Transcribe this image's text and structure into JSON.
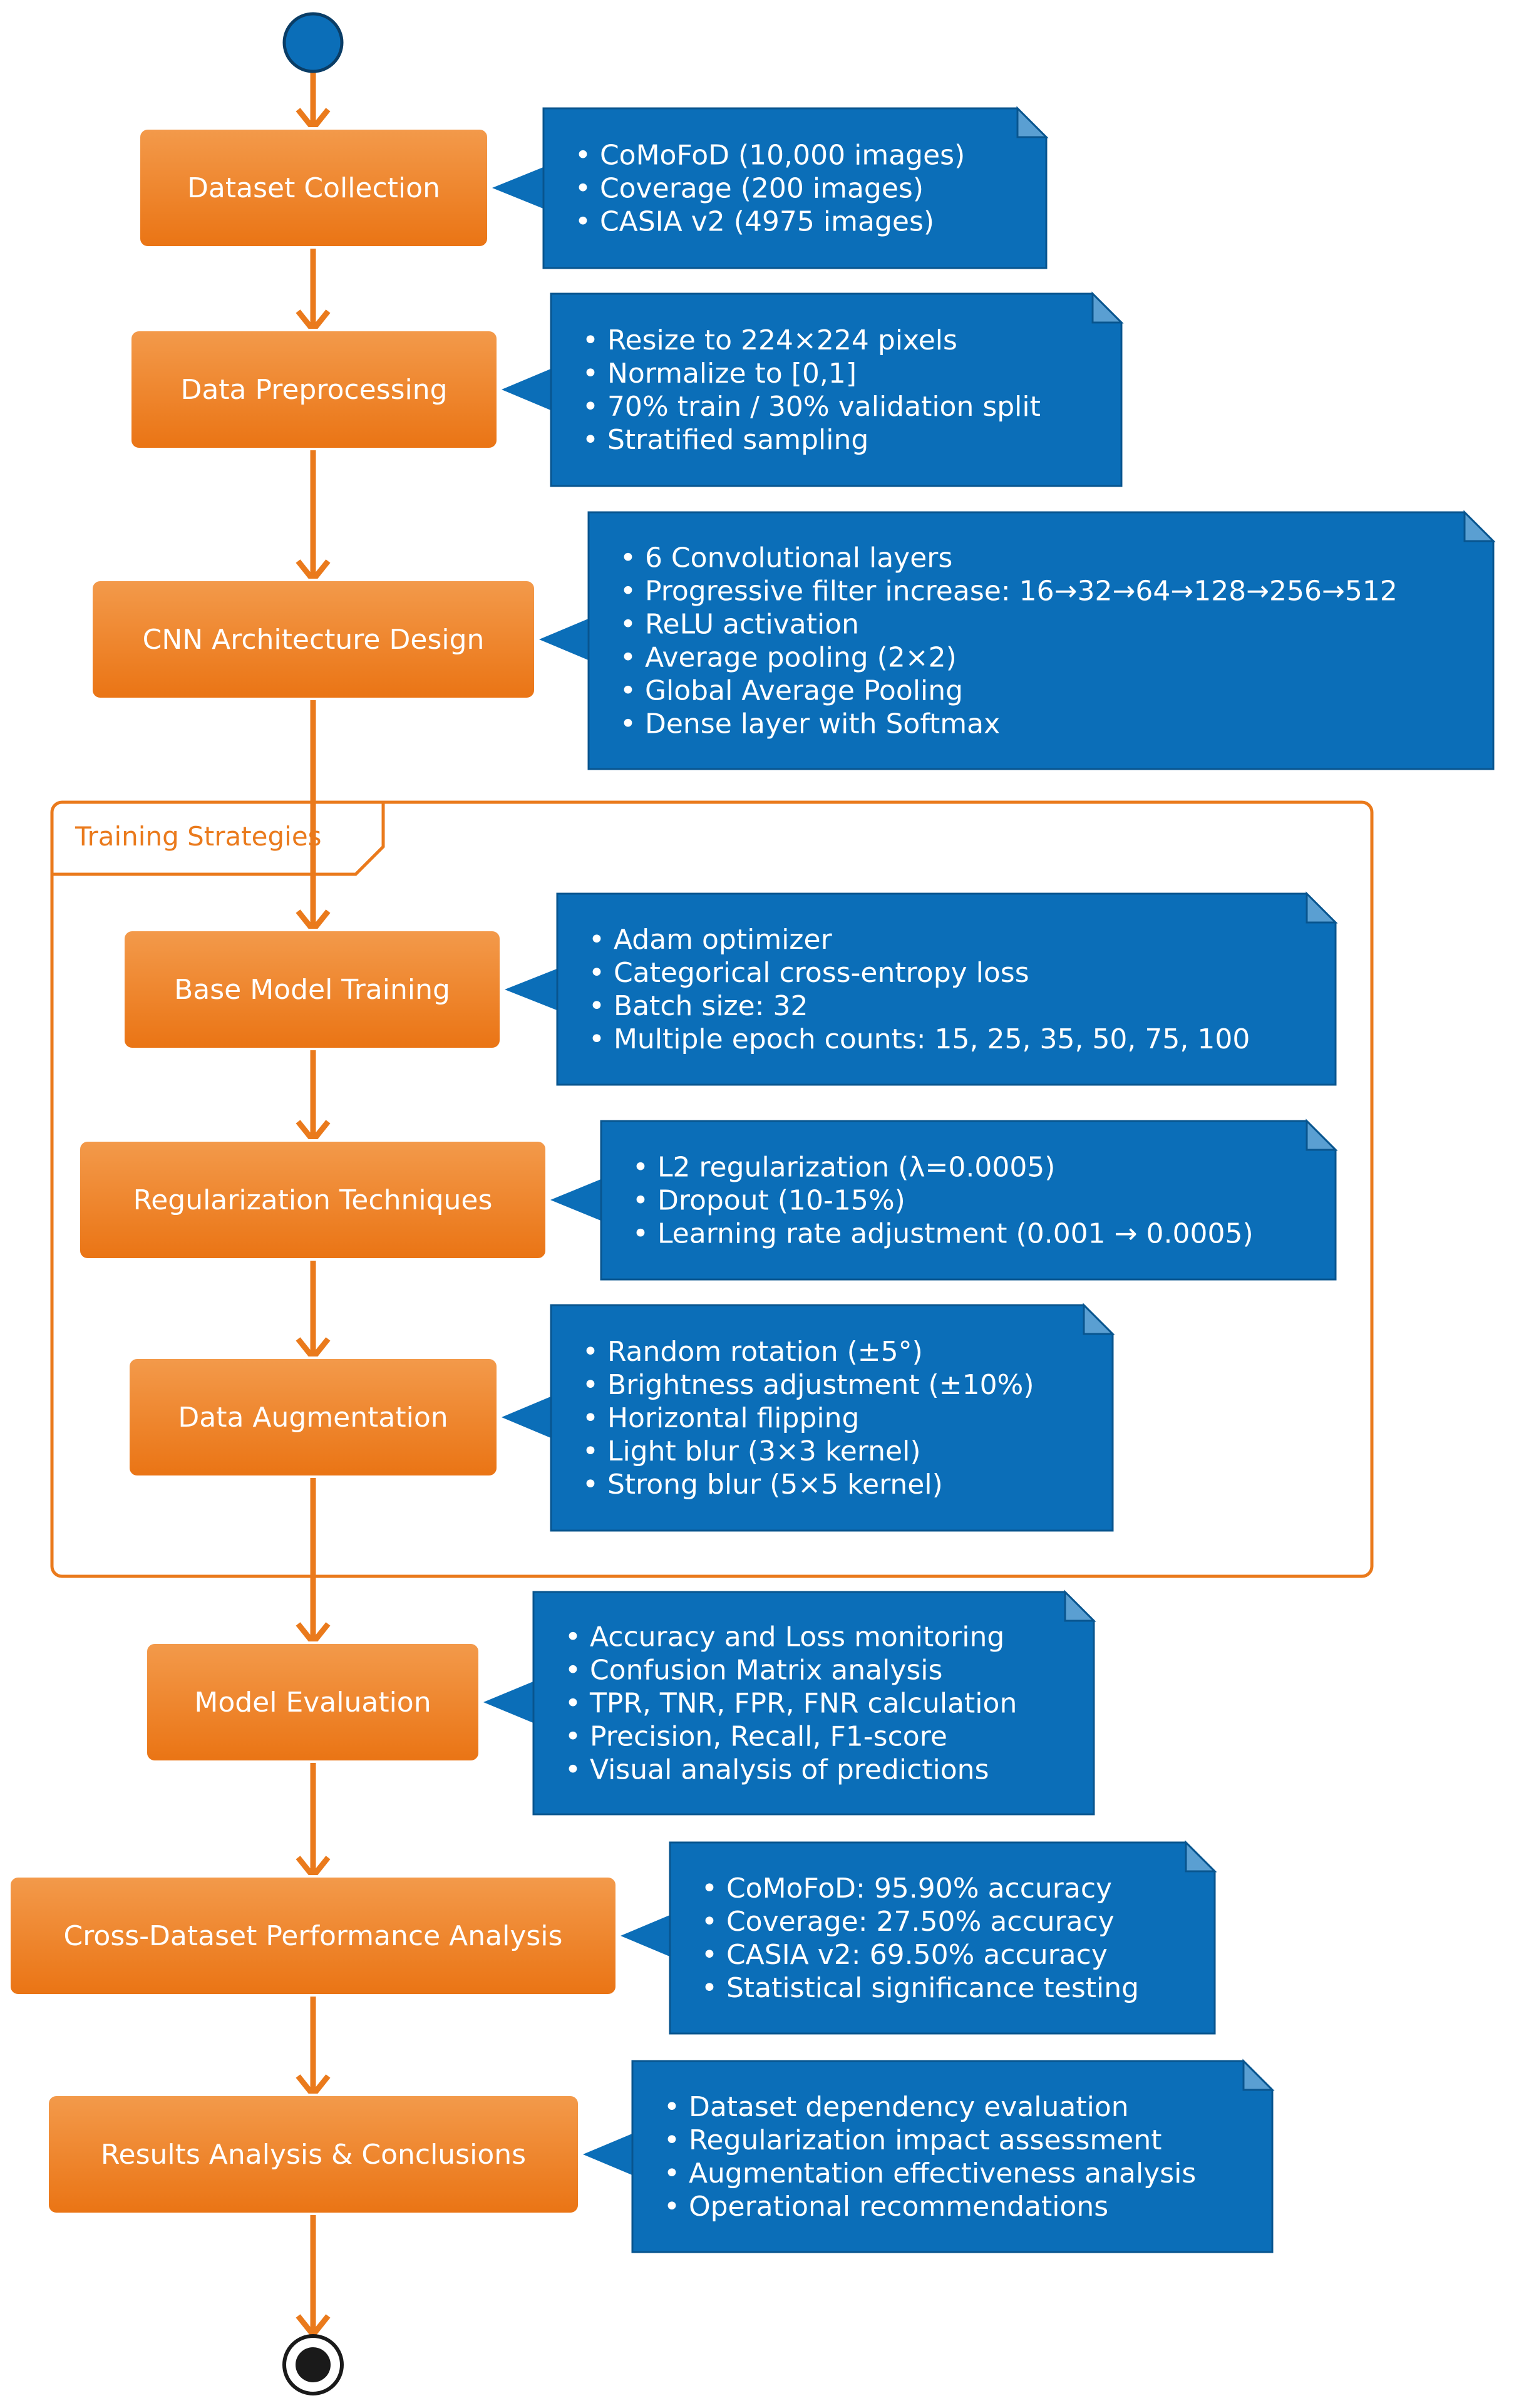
{
  "colors": {
    "activity_fill_top": "#f39a4b",
    "activity_fill_bottom": "#ea7414",
    "arrow": "#ea7a1c",
    "note_fill": "#0b6eb8",
    "note_fold": "#5a9fd2",
    "start_fill": "#0b6eb8",
    "end_fill": "#1a1a1a",
    "group_border": "#ea7a1c"
  },
  "start_node": {
    "icon": "filled-circle-start"
  },
  "end_node": {
    "icon": "bullseye-end"
  },
  "group": {
    "label": "Training Strategies"
  },
  "steps": [
    {
      "label": "Dataset Collection",
      "notes": [
        "• CoMoFoD (10,000 images)",
        "• Coverage (200 images)",
        "• CASIA v2 (4975 images)"
      ]
    },
    {
      "label": "Data Preprocessing",
      "notes": [
        "• Resize to 224×224 pixels",
        "• Normalize to [0,1]",
        "• 70% train / 30% validation split",
        "• Stratified sampling"
      ]
    },
    {
      "label": "CNN Architecture Design",
      "notes": [
        "• 6 Convolutional layers",
        "• Progressive filter increase: 16→32→64→128→256→512",
        "• ReLU activation",
        "• Average pooling (2×2)",
        "• Global Average Pooling",
        "• Dense layer with Softmax"
      ]
    },
    {
      "label": "Base Model Training",
      "notes": [
        "• Adam optimizer",
        "• Categorical cross-entropy loss",
        "• Batch size: 32",
        "• Multiple epoch counts: 15, 25, 35, 50, 75, 100"
      ]
    },
    {
      "label": "Regularization Techniques",
      "notes": [
        "• L2 regularization (λ=0.0005)",
        "• Dropout (10-15%)",
        "• Learning rate adjustment (0.001 → 0.0005)"
      ]
    },
    {
      "label": "Data Augmentation",
      "notes": [
        "• Random rotation (±5°)",
        "• Brightness adjustment (±10%)",
        "• Horizontal flipping",
        "• Light blur (3×3 kernel)",
        "• Strong blur (5×5 kernel)"
      ]
    },
    {
      "label": "Model Evaluation",
      "notes": [
        "• Accuracy and Loss monitoring",
        "• Confusion Matrix analysis",
        "• TPR, TNR, FPR, FNR calculation",
        "• Precision, Recall, F1-score",
        "• Visual analysis of predictions"
      ]
    },
    {
      "label": "Cross-Dataset Performance Analysis",
      "notes": [
        "• CoMoFoD: 95.90% accuracy",
        "• Coverage: 27.50% accuracy",
        "• CASIA v2: 69.50% accuracy",
        "• Statistical significance testing"
      ]
    },
    {
      "label": "Results Analysis & Conclusions",
      "notes": [
        "• Dataset dependency evaluation",
        "• Regularization impact assessment",
        "• Augmentation effectiveness analysis",
        "• Operational recommendations"
      ]
    }
  ]
}
